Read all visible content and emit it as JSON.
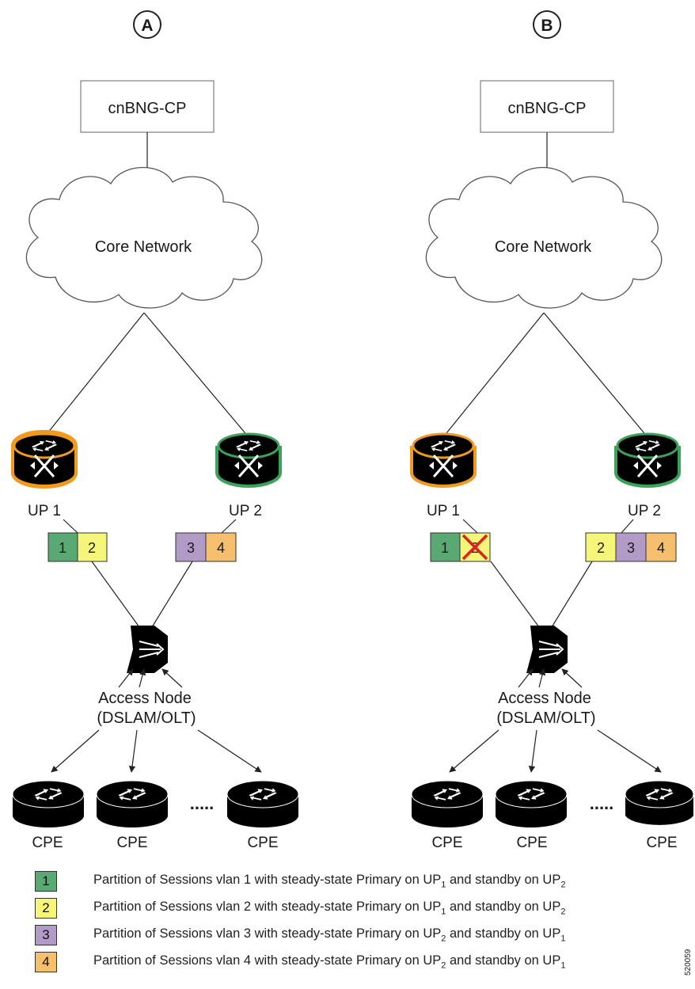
{
  "panels": [
    {
      "label": "A",
      "controller": "cnBNG-CP",
      "cloud": "Core Network",
      "up1": {
        "label": "UP 1",
        "sessions": [
          "1",
          "2"
        ],
        "failed": []
      },
      "up2": {
        "label": "UP 2",
        "sessions": [
          "3",
          "4"
        ]
      },
      "access": {
        "line1": "Access Node",
        "line2": "(DSLAM/OLT)"
      },
      "cpe": [
        "CPE",
        "CPE",
        "CPE"
      ],
      "ellipsis": "....."
    },
    {
      "label": "B",
      "controller": "cnBNG-CP",
      "cloud": "Core Network",
      "up1": {
        "label": "UP 1",
        "sessions": [
          "1",
          "2"
        ],
        "failed": [
          "2"
        ]
      },
      "up2": {
        "label": "UP 2",
        "sessions": [
          "2",
          "3",
          "4"
        ]
      },
      "access": {
        "line1": "Access Node",
        "line2": "(DSLAM/OLT)"
      },
      "cpe": [
        "CPE",
        "CPE",
        "CPE"
      ],
      "ellipsis": "....."
    }
  ],
  "legend": [
    {
      "id": "1",
      "color": "#5aa874",
      "text": "Partition of Sessions vlan 1 with steady-state Primary on UP",
      "primary_sub": "1",
      "mid": " and standby on UP",
      "standby_sub": "2"
    },
    {
      "id": "2",
      "color": "#f5f57a",
      "text": "Partition of Sessions vlan 2 with steady-state Primary on UP",
      "primary_sub": "1",
      "mid": " and standby on UP",
      "standby_sub": "2"
    },
    {
      "id": "3",
      "color": "#b39bc8",
      "text": "Partition of Sessions vlan 3 with steady-state Primary on UP",
      "primary_sub": "2",
      "mid": " and standby on UP",
      "standby_sub": "1"
    },
    {
      "id": "4",
      "color": "#f5bf6e",
      "text": "Partition of Sessions vlan 4 with steady-state Primary on UP",
      "primary_sub": "2",
      "mid": " and standby on UP",
      "standby_sub": "1"
    }
  ],
  "colors": {
    "up1_ring": "#f29a1e",
    "up2_ring": "#3aa35a",
    "failure_x": "#e02020"
  },
  "figure_id": "520059"
}
